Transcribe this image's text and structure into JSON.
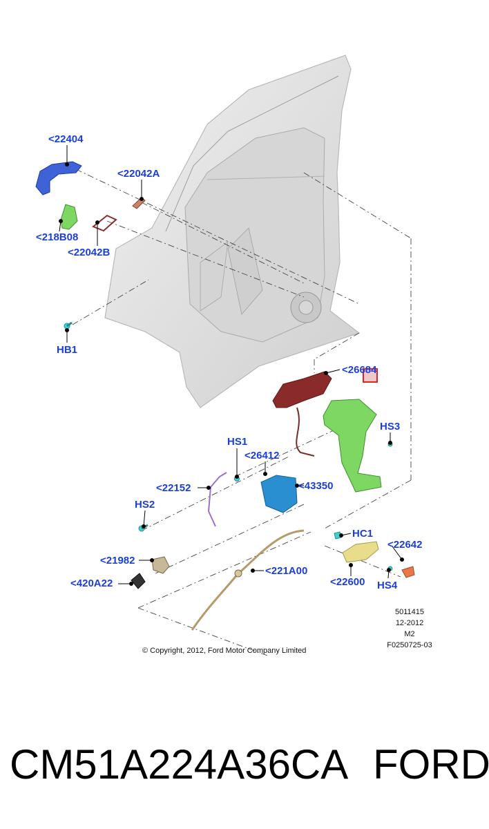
{
  "callouts": {
    "c22404": "<22404",
    "c22042A": "<22042A",
    "c218B08": "<218B08",
    "c22042B": "<22042B",
    "cHB1": "HB1",
    "c26684": "<26684",
    "cHS3": "HS3",
    "cHS1": "HS1",
    "c26412": "<26412",
    "c22152": "<22152",
    "c43350": "<43350",
    "cHS2": "HS2",
    "cHC1": "HC1",
    "c22642": "<22642",
    "c21982": "<21982",
    "c221A00": "<221A00",
    "c420A22": "<420A22",
    "c22600": "<22600",
    "cHS4": "HS4"
  },
  "meta": {
    "line1": "5011415",
    "line2": "12-2012",
    "line3": "M2",
    "line4": "F0250725-03"
  },
  "copyright": "© Copyright, 2012, Ford Motor Company Limited",
  "footer": {
    "part_number": "CM51A224A36CA",
    "brand": "FORD"
  },
  "colors": {
    "callout_text": "#1a3fd8",
    "door_panel": "#e4e4e4",
    "handle_blue": "#3f63d6",
    "green_part": "#7ed663",
    "red_part": "#8a2a2a",
    "latch_cyan": "#2a8fd0",
    "yellow_part": "#e8dd8a",
    "orange_part": "#e8774a",
    "highlight_box": "#e0202a"
  }
}
